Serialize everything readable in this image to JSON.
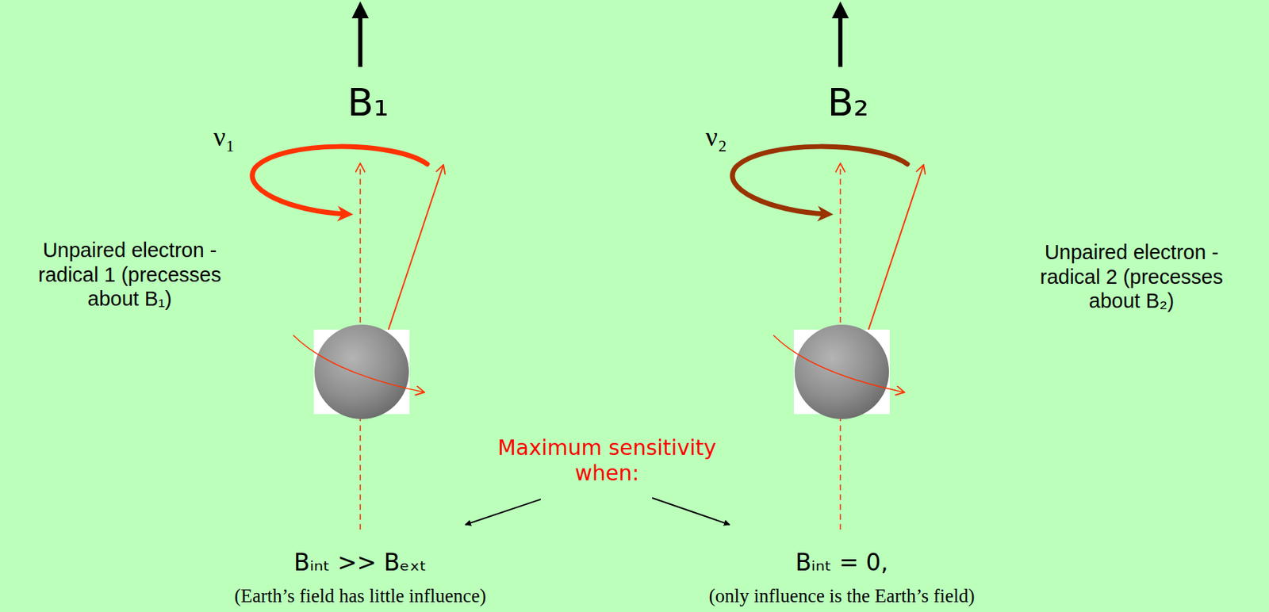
{
  "diagram": {
    "labels": [
      "B₁",
      "ν₁",
      "B₂",
      "ν₂",
      "Unpaired electron - radical 1 (precesses about B₁)",
      "Unpaired electron - radical 2 (precesses about B₂)",
      "Maximum sensitivity when:",
      "Bᵢₙₜ >> Bₑₓₜ",
      "(Earth’s field has little influence)",
      "Bᵢₙₜ = 0,",
      "(only influence is the Earth’s field)"
    ]
  }
}
